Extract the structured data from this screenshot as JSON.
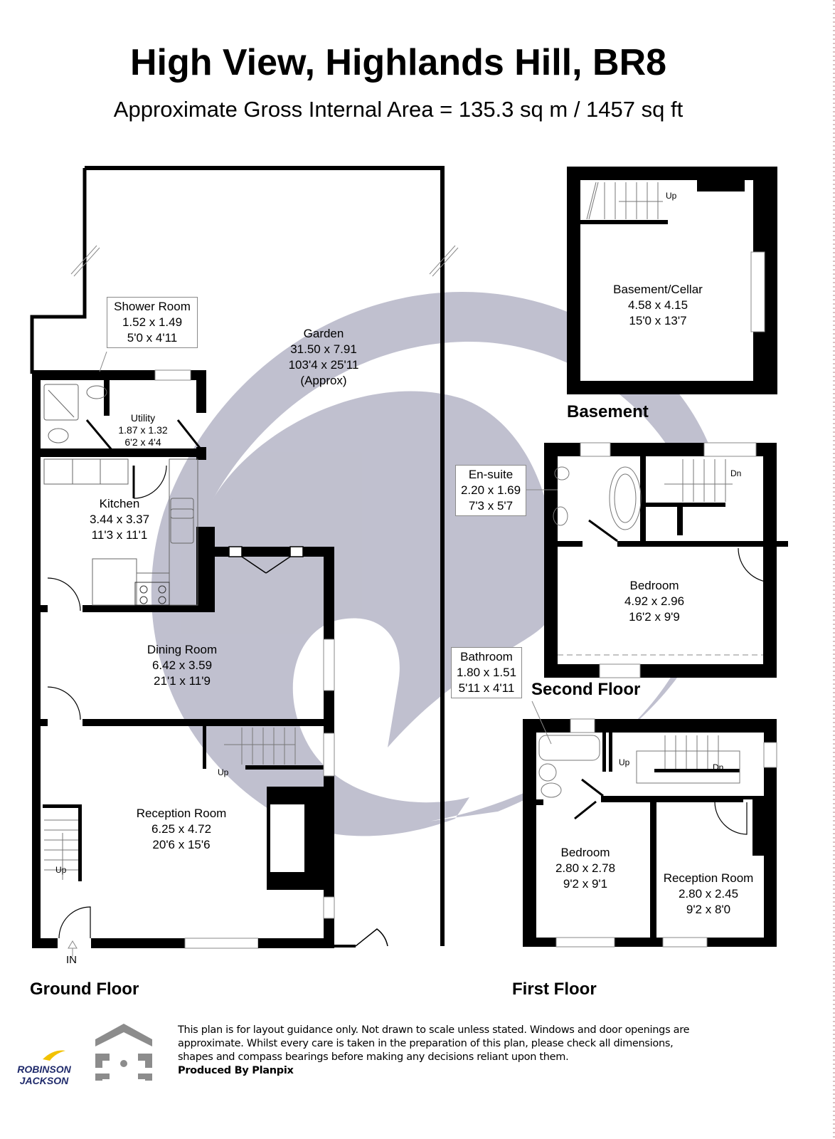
{
  "header": {
    "title": "High View, Highlands Hill, BR8",
    "subtitle": "Approximate Gross Internal Area = 135.3 sq m / 1457 sq ft"
  },
  "floors": {
    "ground": {
      "label": "Ground Floor",
      "rooms": {
        "garden": {
          "name": "Garden",
          "metric": "31.50 x 7.91",
          "imperial": "103'4 x 25'11",
          "note": "(Approx)"
        },
        "shower_room": {
          "name": "Shower Room",
          "metric": "1.52 x 1.49",
          "imperial": "5'0 x 4'11"
        },
        "utility": {
          "name": "Utility",
          "metric": "1.87 x 1.32",
          "imperial": "6'2 x 4'4"
        },
        "kitchen": {
          "name": "Kitchen",
          "metric": "3.44 x 3.37",
          "imperial": "11'3 x 11'1"
        },
        "dining_room": {
          "name": "Dining Room",
          "metric": "6.42 x 3.59",
          "imperial": "21'1 x 11'9"
        },
        "reception_room": {
          "name": "Reception Room",
          "metric": "6.25 x 4.72",
          "imperial": "20'6 x 15'6"
        }
      },
      "stair_labels": [
        "Up",
        "Up"
      ],
      "entrance_label": "IN"
    },
    "basement": {
      "label": "Basement",
      "rooms": {
        "cellar": {
          "name": "Basement/Cellar",
          "metric": "4.58 x 4.15",
          "imperial": "15'0 x 13'7"
        }
      },
      "stair_labels": [
        "Up"
      ]
    },
    "second": {
      "label": "Second Floor",
      "rooms": {
        "en_suite": {
          "name": "En-suite",
          "metric": "2.20 x 1.69",
          "imperial": "7'3 x 5'7"
        },
        "bedroom": {
          "name": "Bedroom",
          "metric": "4.92 x 2.96",
          "imperial": "16'2 x 9'9"
        }
      },
      "stair_labels": [
        "Dn"
      ]
    },
    "first": {
      "label": "First Floor",
      "rooms": {
        "bathroom": {
          "name": "Bathroom",
          "metric": "1.80 x 1.51",
          "imperial": "5'11 x 4'11"
        },
        "bedroom": {
          "name": "Bedroom",
          "metric": "2.80 x 2.78",
          "imperial": "9'2 x 9'1"
        },
        "reception_room": {
          "name": "Reception Room",
          "metric": "2.80 x 2.45",
          "imperial": "9'2 x 8'0"
        }
      },
      "stair_labels": [
        "Up",
        "Dn"
      ]
    }
  },
  "footer": {
    "brand": {
      "line1": "ROBINSON",
      "line2": "JACKSON"
    },
    "disclaimer": "This plan is for layout guidance only. Not drawn to scale unless stated. Windows and door openings are approximate. Whilst every care is taken in the preparation of this plan, please check all dimensions, shapes and compass bearings before making any decisions reliant upon them.",
    "produced_by": "Produced By Planpix"
  },
  "colors": {
    "wall": "#000000",
    "watermark": "#bdbdcc",
    "brand_navy": "#1f2a6b",
    "brand_yellow": "#f2c200",
    "planpix_grey": "#8c8c8c"
  }
}
